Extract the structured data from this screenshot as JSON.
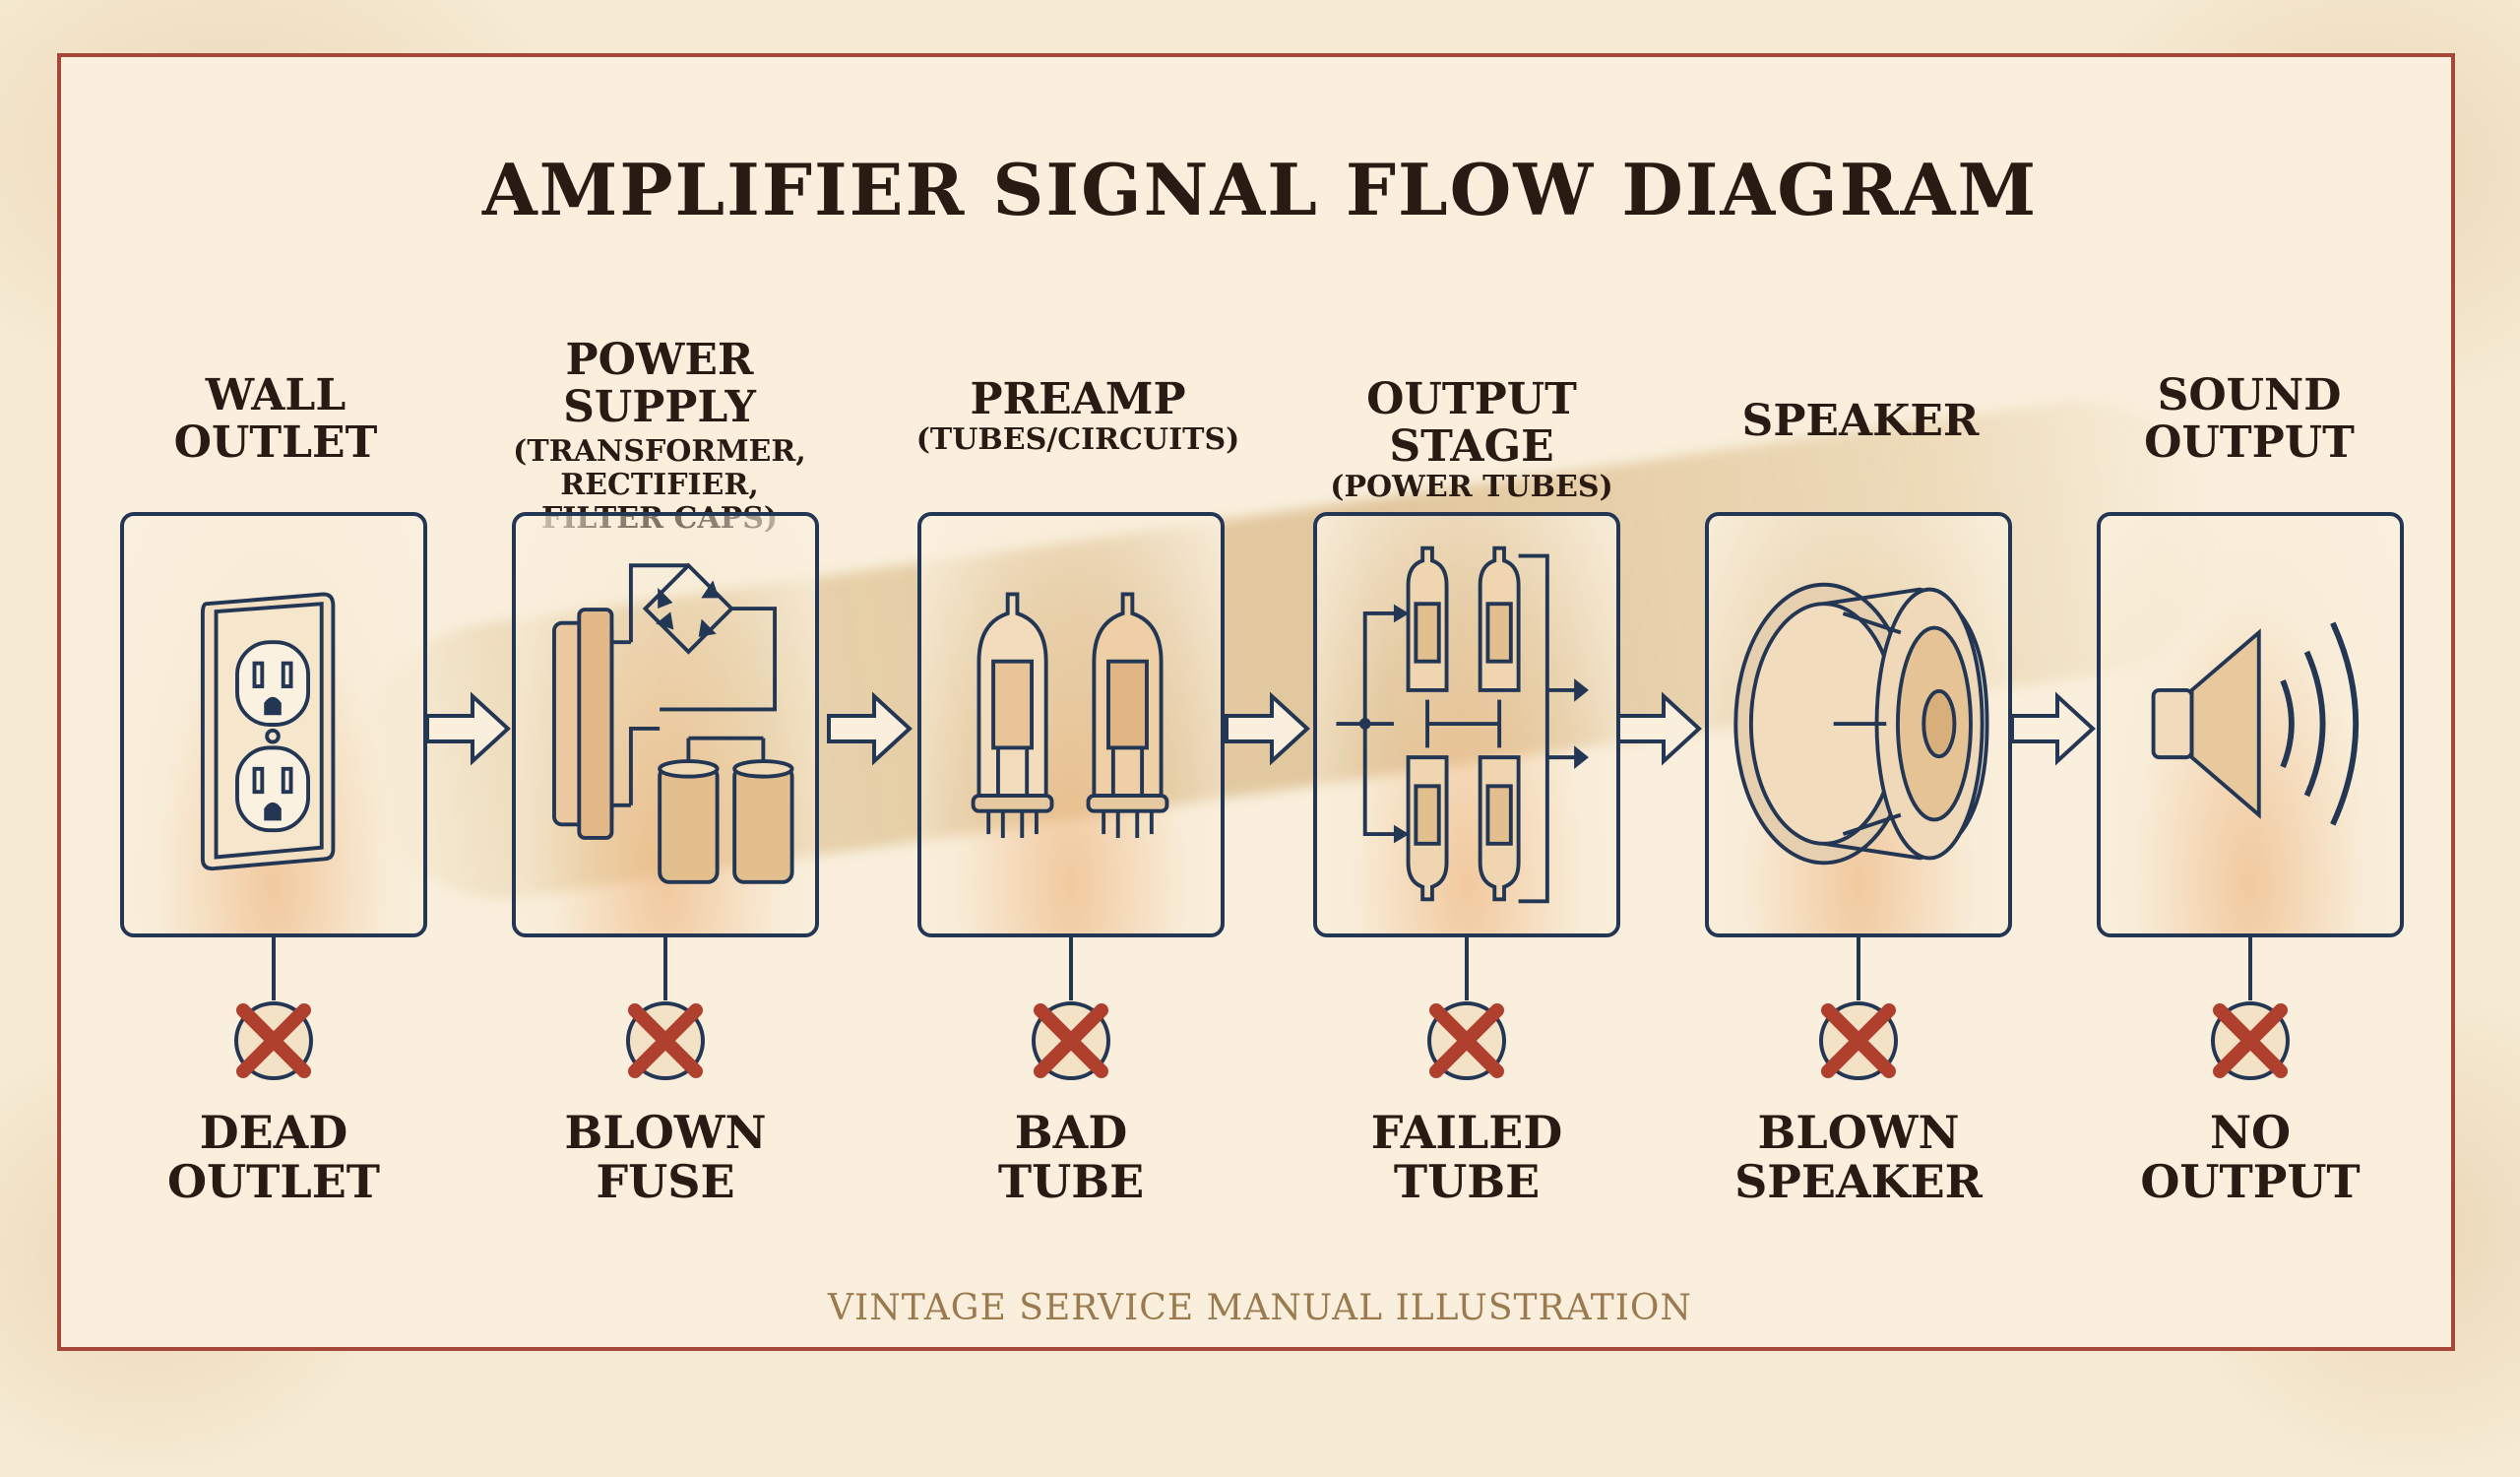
{
  "title": "AMPLIFIER SIGNAL FLOW DIAGRAM",
  "footer": "VINTAGE SERVICE MANUAL ILLUSTRATION",
  "colors": {
    "frame": "#a5483a",
    "ink": "#233654",
    "fault": "#b0402e",
    "text": "#2a1a14"
  },
  "stages": [
    {
      "name_line1": "WALL",
      "name_line2": "OUTLET",
      "sub": "",
      "icon": "wall-outlet-icon",
      "fault_line1": "DEAD",
      "fault_line2": "OUTLET"
    },
    {
      "name_line1": "POWER SUPPLY",
      "name_line2": "",
      "sub": "(TRANSFORMER, RECTIFIER, FILTER CAPS)",
      "icon": "power-supply-icon",
      "fault_line1": "BLOWN",
      "fault_line2": "FUSE"
    },
    {
      "name_line1": "PREAMP",
      "name_line2": "",
      "sub": "(TUBES/CIRCUITS)",
      "icon": "preamp-tubes-icon",
      "fault_line1": "BAD",
      "fault_line2": "TUBE"
    },
    {
      "name_line1": "OUTPUT STAGE",
      "name_line2": "",
      "sub": "(POWER TUBES)",
      "icon": "power-tubes-icon",
      "fault_line1": "FAILED",
      "fault_line2": "TUBE"
    },
    {
      "name_line1": "SPEAKER",
      "name_line2": "",
      "sub": "",
      "icon": "speaker-icon",
      "fault_line1": "BLOWN",
      "fault_line2": "SPEAKER"
    },
    {
      "name_line1": "SOUND",
      "name_line2": "OUTPUT",
      "sub": "",
      "icon": "sound-output-icon",
      "fault_line1": "NO",
      "fault_line2": "OUTPUT"
    }
  ]
}
